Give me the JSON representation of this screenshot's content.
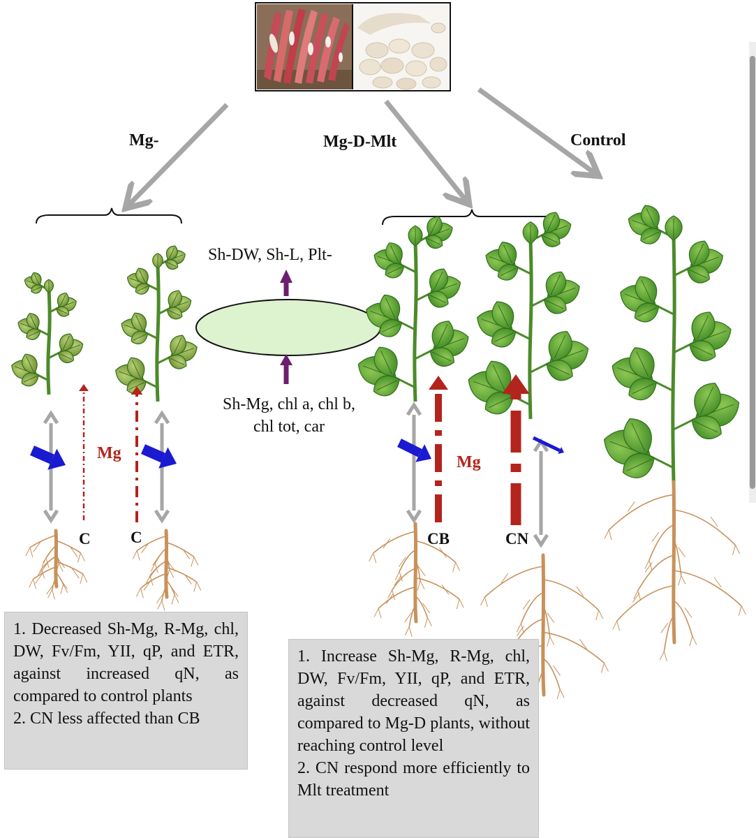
{
  "treatments": {
    "mg_deficient": "Mg-",
    "melatonin": "Mg-D-Mlt",
    "control": "Control"
  },
  "central_node": {
    "effects_up": "Sh-DW, Sh-L, Plt-",
    "effects_down": "Sh-Mg, chl a, chl b, chl tot, car"
  },
  "plant_labels": {
    "left_1": "C",
    "left_2": "C",
    "right_1": "CB",
    "right_2": "CN"
  },
  "nutrient_labels": {
    "left": "Mg",
    "right": "Mg"
  },
  "summary_left": {
    "point_1": "1. Decreased Sh-Mg, R-Mg, chl, DW, Fv/Fm, YII, qP, and ETR, against increased qN, as compared to control plants",
    "point_2": "2. CN less affected than CB"
  },
  "summary_right": {
    "point_1": "1. Increase Sh-Mg, R-Mg, chl, DW, Fv/Fm, YII, qP, and ETR, against decreased qN, as compared to Mg-D plants, without reaching control level",
    "point_2": "2. CN respond more efficiently to Mlt treatment"
  },
  "colors": {
    "arrow_gray": "#a6a6a6",
    "arrow_red": "#b3241c",
    "arrow_blue": "#1a1ad1",
    "arrow_purple": "#6b1f6e",
    "ellipse_fill": "#ddf2cf",
    "leaf_green": "#4f9a2e",
    "leaf_dark": "#2f6e1a",
    "root_color": "#c8915a",
    "box_gray": "#d9d9d9"
  }
}
